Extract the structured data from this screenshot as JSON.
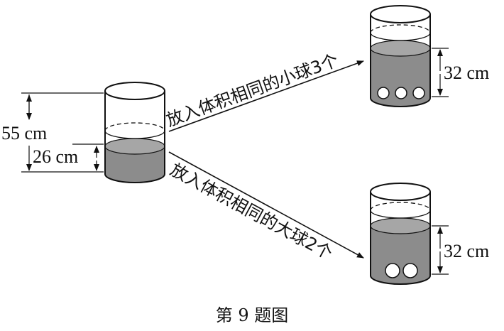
{
  "measurements": {
    "total_height": "55 cm",
    "initial_water": "26 cm",
    "small_balls_level": "32 cm",
    "large_balls_level": "32 cm"
  },
  "arrows": {
    "small_balls": "放入体积相同的小球3个",
    "large_balls": "放入体积相同的大球2个"
  },
  "caption": "第 9 题图",
  "colors": {
    "water": "#8c8c8c",
    "stroke": "#111111",
    "background": "#ffffff"
  }
}
